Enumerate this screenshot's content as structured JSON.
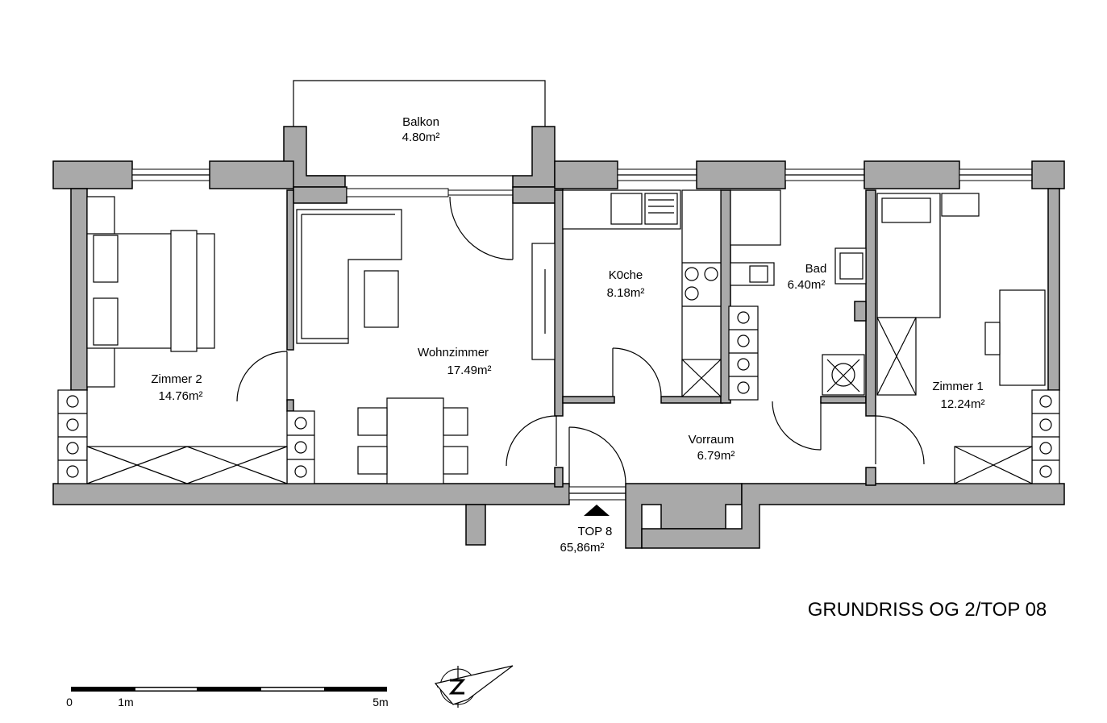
{
  "rooms": {
    "balkon": {
      "name": "Balkon",
      "area": "4.80m²"
    },
    "zimmer2": {
      "name": "Zimmer 2",
      "area": "14.76m²"
    },
    "wohnzimmer": {
      "name": "Wohnzimmer",
      "area": "17.49m²"
    },
    "kueche": {
      "name": "K0che",
      "area": "8.18m²"
    },
    "bad": {
      "name": "Bad",
      "area": "6.40m²"
    },
    "zimmer1": {
      "name": "Zimmer 1",
      "area": "12.24m²"
    },
    "vorraum": {
      "name": "Vorraum",
      "area": "6.79m²"
    }
  },
  "unit": {
    "name": "TOP 8",
    "area": "65,86m²"
  },
  "title": "GRUNDRISS OG 2/TOP 08",
  "scale": {
    "labels": [
      "0",
      "1m",
      "5m"
    ]
  },
  "colors": {
    "wall": "#a9a9a9",
    "line": "#000000"
  },
  "icons": {
    "north": "north-arrow-icon",
    "entrance": "entrance-triangle-icon"
  }
}
